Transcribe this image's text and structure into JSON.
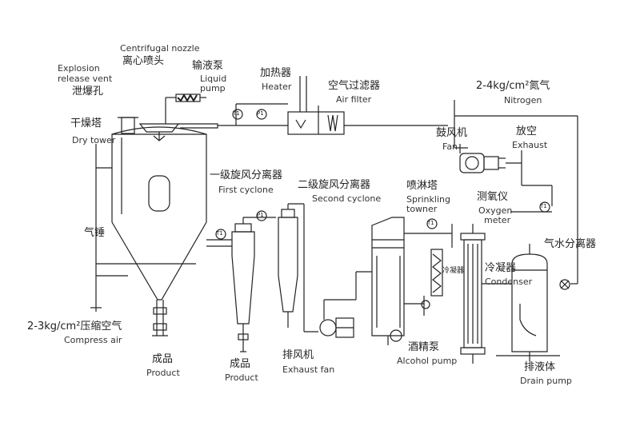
{
  "labels": {
    "centrifugal_nozzle_en": "Centrifugal nozzle",
    "centrifugal_nozzle_zh": "离心喷头",
    "explosion_vent_en_1": "Explosion",
    "explosion_vent_en_2": "release vent",
    "explosion_vent_zh": "泄爆孔",
    "liquid_pump_zh": "输液泵",
    "liquid_pump_en_1": "Liquid",
    "liquid_pump_en_2": "pump",
    "heater_zh": "加热器",
    "heater_en": "Heater",
    "air_filter_zh": "空气过滤器",
    "air_filter_en": "Air filter",
    "nitrogen_zh": "2-4kg/cm²氮气",
    "nitrogen_en": "Nitrogen",
    "dry_tower_zh": "干燥塔",
    "dry_tower_en": "Dry tower",
    "fan_zh": "鼓风机",
    "fan_en": "Fan",
    "exhaust_zh": "放空",
    "exhaust_en": "Exhaust",
    "first_cyclone_zh": "一级旋风分离器",
    "first_cyclone_en": "First cyclone",
    "second_cyclone_zh": "二级旋风分离器",
    "second_cyclone_en": "Second cyclone",
    "sprinkling_tower_zh": "喷淋塔",
    "sprinkling_tower_en_1": "Sprinkling",
    "sprinkling_tower_en_2": "towner",
    "oxygen_meter_zh": "测氧仪",
    "oxygen_meter_en_1": "Oxygen",
    "oxygen_meter_en_2": "meter",
    "air_hammer_zh": "气锤",
    "gas_water_separator_zh": "气水分离器",
    "condenser_zh": "冷凝器",
    "condenser_en": "Condenser",
    "cooler_small_zh": "冷凝器",
    "compress_air_zh": "2-3kg/cm²压缩空气",
    "compress_air_en": "Compress air",
    "product1_zh": "成品",
    "product1_en": "Product",
    "product2_zh": "成品",
    "product2_en": "Product",
    "exhaust_fan_zh": "排风机",
    "exhaust_fan_en": "Exhaust fan",
    "alcohol_pump_zh": "酒精泵",
    "alcohol_pump_en": "Alcohol pump",
    "drain_pump_zh": "排液体",
    "drain_pump_en": "Drain pump"
  },
  "gauges": {
    "t1a": "T1",
    "p1a": "P1",
    "t1b": "T1",
    "p1b": "P1",
    "t1c": "T1",
    "t1d": "T1"
  },
  "colors": {
    "line": "#222222",
    "text": "#222222"
  }
}
